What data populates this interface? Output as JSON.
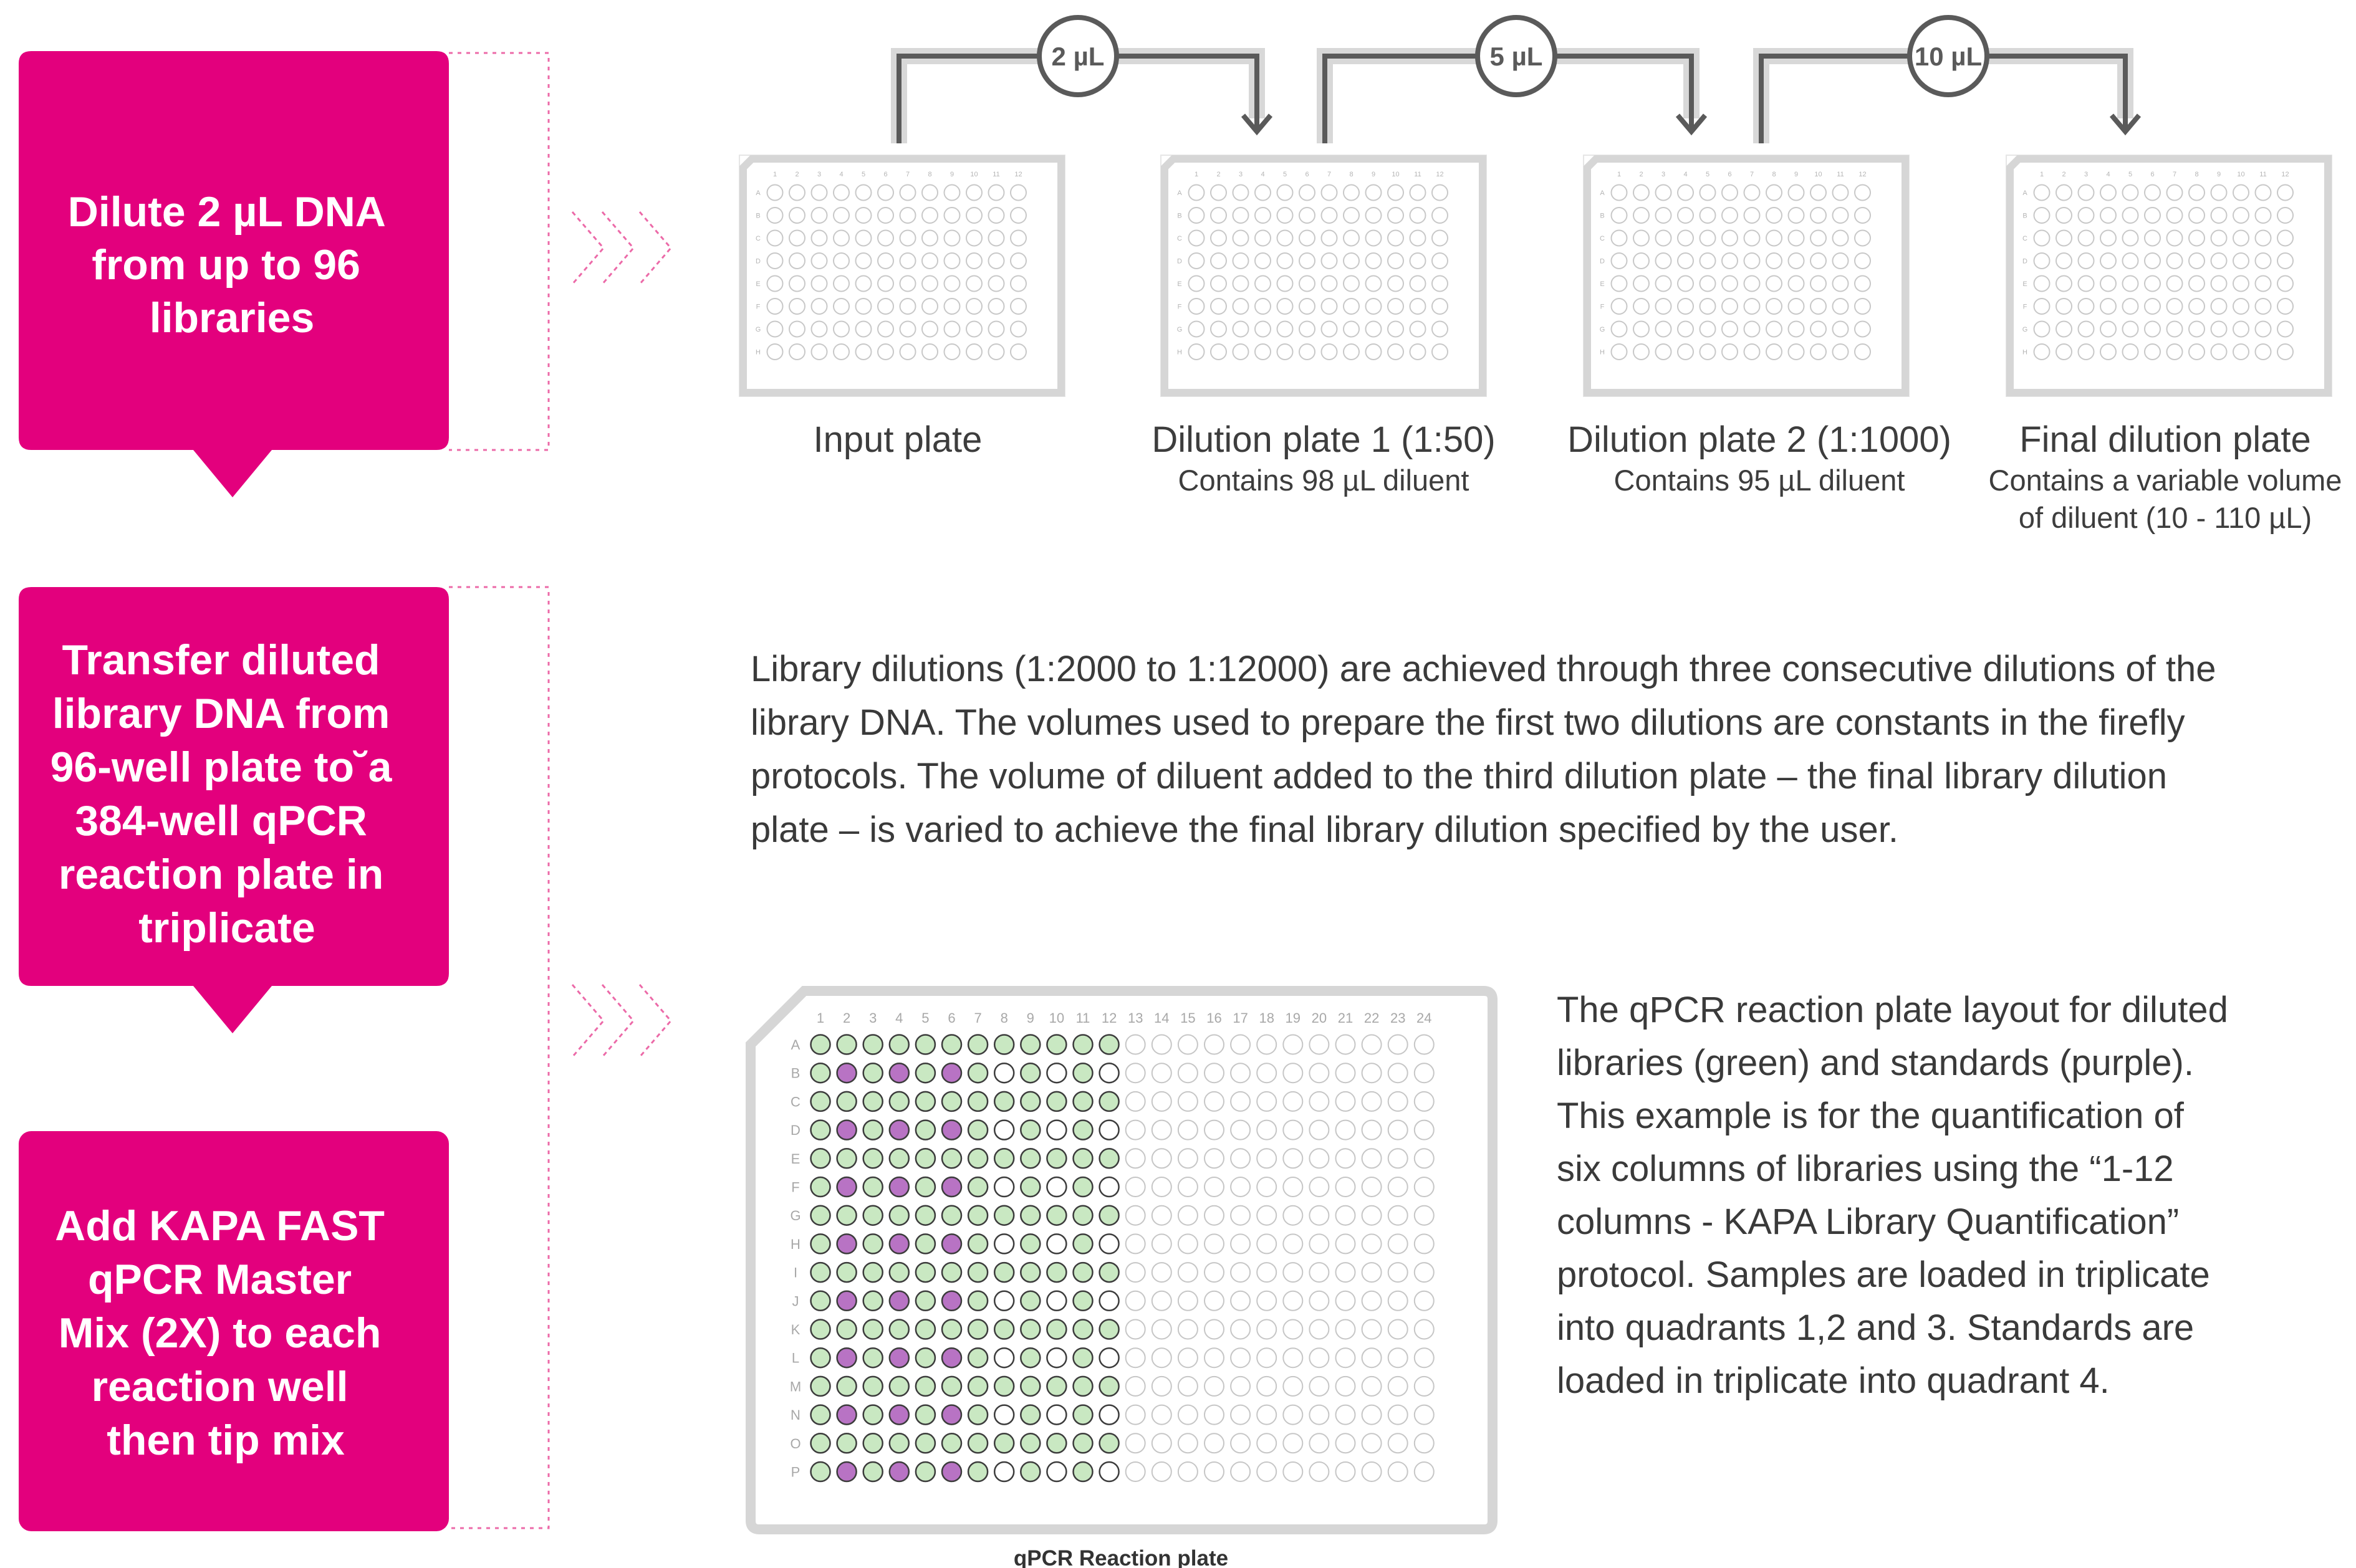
{
  "steps": [
    {
      "lines": [
        "Dilute 2 µL DNA",
        "from up to 96",
        "libraries"
      ]
    },
    {
      "lines": [
        "Transfer diluted",
        "library DNA from",
        "96-well plate to˘a",
        "384-well qPCR",
        "reaction plate in",
        "triplicate"
      ]
    },
    {
      "lines": [
        "Add KAPA FAST",
        "qPCR Master",
        "Mix (2X) to each",
        "reaction well",
        "then tip mix"
      ]
    }
  ],
  "transfers": [
    "2 µL",
    "5 µL",
    "10 µL"
  ],
  "plates": [
    {
      "label": "Input plate",
      "sub": []
    },
    {
      "label": "Dilution plate 1 (1:50)",
      "sub": [
        "Contains 98 µL diluent"
      ]
    },
    {
      "label": "Dilution plate 2 (1:1000)",
      "sub": [
        "Contains 95 µL diluent"
      ]
    },
    {
      "label": "Final dilution plate",
      "sub": [
        "Contains a variable volume",
        "of diluent (10 - 110 µL)"
      ]
    }
  ],
  "plate96": {
    "rows": [
      "A",
      "B",
      "C",
      "D",
      "E",
      "F",
      "G",
      "H"
    ],
    "columns": [
      "1",
      "2",
      "3",
      "4",
      "5",
      "6",
      "7",
      "8",
      "9",
      "10",
      "11",
      "12"
    ]
  },
  "dilution_paragraph": [
    "Library dilutions (1:2000 to 1:12000) are achieved through three consecutive dilutions of the",
    "library DNA. The volumes used to prepare the first two dilutions are constants in the firefly",
    "protocols.  The volume of diluent added to the third dilution plate – the final library dilution",
    "plate – is varied to achieve the final library dilution specified by the user."
  ],
  "layout_paragraph": [
    "The qPCR reaction plate layout for diluted",
    "libraries (green) and standards (purple).",
    "This example is for the quantification of",
    "six columns of libraries using the “1-12",
    "columns - KAPA Library Quantification”",
    "protocol. Samples are loaded in triplicate",
    "into quadrants 1,2 and 3. Standards are",
    "loaded in triplicate into quadrant 4."
  ],
  "qpcr_plate": {
    "caption": "qPCR Reaction plate",
    "rows": [
      "A",
      "B",
      "C",
      "D",
      "E",
      "F",
      "G",
      "H",
      "I",
      "J",
      "K",
      "L",
      "M",
      "N",
      "O",
      "P"
    ],
    "columns": [
      "1",
      "2",
      "3",
      "4",
      "5",
      "6",
      "7",
      "8",
      "9",
      "10",
      "11",
      "12",
      "13",
      "14",
      "15",
      "16",
      "17",
      "18",
      "19",
      "20",
      "21",
      "22",
      "23",
      "24"
    ],
    "legend": {
      "libraries": "green",
      "standards": "purple"
    }
  },
  "colors": {
    "step_box": "#e3007d",
    "connector": "#ec6aa8",
    "arrow_dark": "#5a5a5a",
    "arrow_light": "#d8d8d8",
    "library_well": "#c9e8c2",
    "standard_well": "#b873c4",
    "plate_frame": "#d6d6d6"
  }
}
